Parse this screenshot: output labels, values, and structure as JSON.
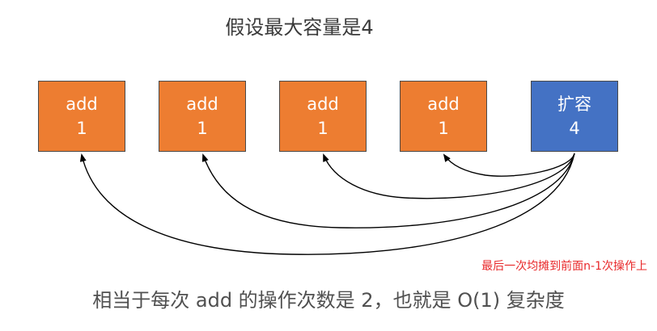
{
  "title": "假设最大容量是4",
  "boxes": [
    {
      "label": "add",
      "value": "1",
      "color": "#ed7d31"
    },
    {
      "label": "add",
      "value": "1",
      "color": "#ed7d31"
    },
    {
      "label": "add",
      "value": "1",
      "color": "#ed7d31"
    },
    {
      "label": "add",
      "value": "1",
      "color": "#ed7d31"
    },
    {
      "label": "扩容",
      "value": "4",
      "color": "#4472c4"
    }
  ],
  "note": "最后一次均摊到前面n-1次操作上",
  "summary": "相当于每次 add 的操作次数是 2，也就是 O(1) 复杂度"
}
